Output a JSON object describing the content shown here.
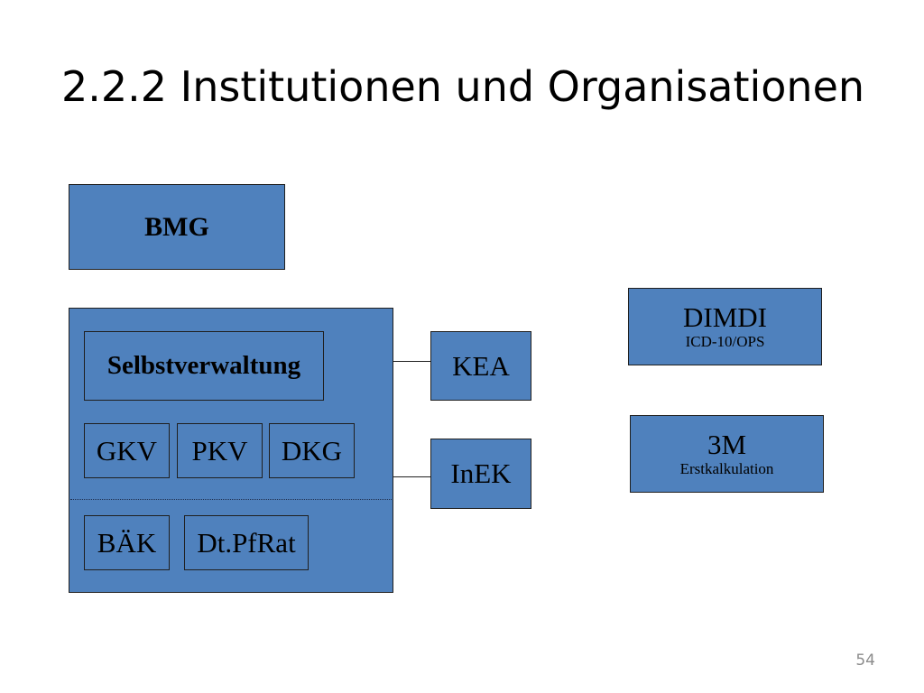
{
  "slide": {
    "title": "2.2.2 Institutionen und Organisationen",
    "page_number": "54"
  },
  "colors": {
    "box_fill": "#4f81bd",
    "box_border": "#1f1f1f",
    "page_number": "#8c8c8c"
  },
  "diagram": {
    "bmg": {
      "label": "BMG"
    },
    "selbstverwaltung": {
      "label": "Selbstverwaltung",
      "members_top": [
        "GKV",
        "PKV",
        "DKG"
      ],
      "members_bottom": [
        "BÄK",
        "Dt.PfRat"
      ]
    },
    "kea": {
      "label": "KEA"
    },
    "inek": {
      "label": "InEK"
    },
    "dimdi": {
      "label": "DIMDI",
      "sublabel": "ICD-10/OPS"
    },
    "threem": {
      "label": "3M",
      "sublabel": "Erstkalkulation"
    }
  }
}
